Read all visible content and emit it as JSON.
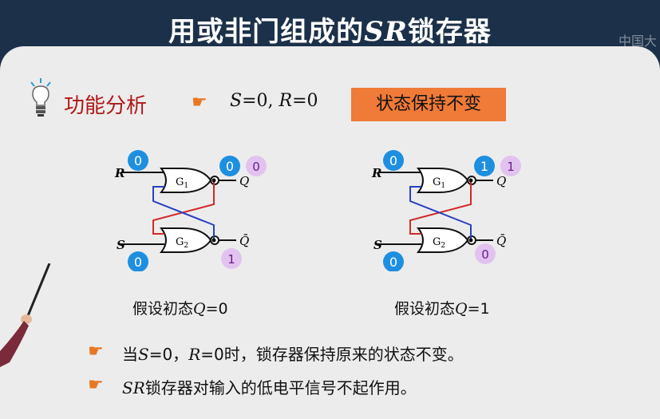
{
  "slide": {
    "title_prefix": "用或非门组成的",
    "title_sr": "SR",
    "title_suffix": "锁存器",
    "watermark": "中国大",
    "section_heading": "功能分析",
    "condition_s": "S",
    "condition_s_eq": "=0,",
    "condition_r": "R",
    "condition_r_eq": "=0",
    "result_badge": "状态保持不变"
  },
  "circuits": [
    {
      "caption_prefix": "假设初态",
      "caption_var": "Q",
      "caption_eq": "=0",
      "inputs": {
        "R": "R",
        "S": "S"
      },
      "gates": [
        "G1",
        "G2"
      ],
      "outputs": {
        "Q": "Q",
        "Qbar": "Q̄"
      },
      "values": {
        "R": "0",
        "S": "0",
        "G1_out": "0",
        "Q": "0",
        "Qbar": "1"
      }
    },
    {
      "caption_prefix": "假设初态",
      "caption_var": "Q",
      "caption_eq": "=1",
      "inputs": {
        "R": "R",
        "S": "S"
      },
      "gates": [
        "G1",
        "G2"
      ],
      "outputs": {
        "Q": "Q",
        "Qbar": "Q̄"
      },
      "values": {
        "R": "0",
        "S": "0",
        "G1_out": "1",
        "Q": "1",
        "Qbar": "0"
      }
    }
  ],
  "bullets": {
    "b1_prefix": "当",
    "b1_s": "S",
    "b1_mid": "=0，",
    "b1_r": "R",
    "b1_rest": "=0时，锁存器保持原来的状态不变。",
    "b2_sr": "SR",
    "b2_rest": "锁存器对输入的低电平信号不起作用。"
  },
  "colors": {
    "title_band": "#1c3149",
    "slide_bg": "#ececec",
    "heading_red": "#b01818",
    "hand_orange": "#e87722",
    "badge_orange": "#f07a37",
    "wire_red": "#d02a2a",
    "wire_blue": "#2a3fc0",
    "blue_circle": "#1e8fe0",
    "pink_circle": "#e2c3ef"
  },
  "icons": [
    "lightbulb-icon",
    "pointing-hand-icon",
    "nor-gate-icon"
  ]
}
